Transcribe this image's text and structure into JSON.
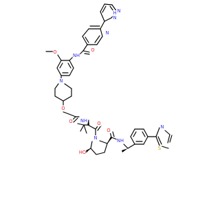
{
  "molecule": {
    "atoms": [
      {
        "text": "N",
        "color": "#2f2fe8"
      },
      {
        "text": "H",
        "color": "#2f2fe8"
      },
      {
        "text": "N",
        "color": "#2f2fe8"
      },
      {
        "text": "N",
        "color": "#2f2fe8"
      },
      {
        "text": "O",
        "color": "#e8262a"
      },
      {
        "text": "NH",
        "color": "#2f2fe8"
      },
      {
        "text": "O",
        "color": "#e8262a"
      },
      {
        "text": "N",
        "color": "#2f2fe8"
      },
      {
        "text": "O",
        "color": "#e8262a"
      },
      {
        "text": "NH",
        "color": "#2f2fe8"
      },
      {
        "text": "O",
        "color": "#e8262a"
      },
      {
        "text": "O",
        "color": "#e8262a"
      },
      {
        "text": "N",
        "color": "#2f2fe8"
      },
      {
        "text": "O",
        "color": "#e8262a"
      },
      {
        "text": "NH",
        "color": "#2f2fe8"
      },
      {
        "text": "HO",
        "color": "#e8262a"
      },
      {
        "text": "S",
        "color": "#c8a400"
      },
      {
        "text": "N",
        "color": "#2f2fe8"
      }
    ]
  }
}
